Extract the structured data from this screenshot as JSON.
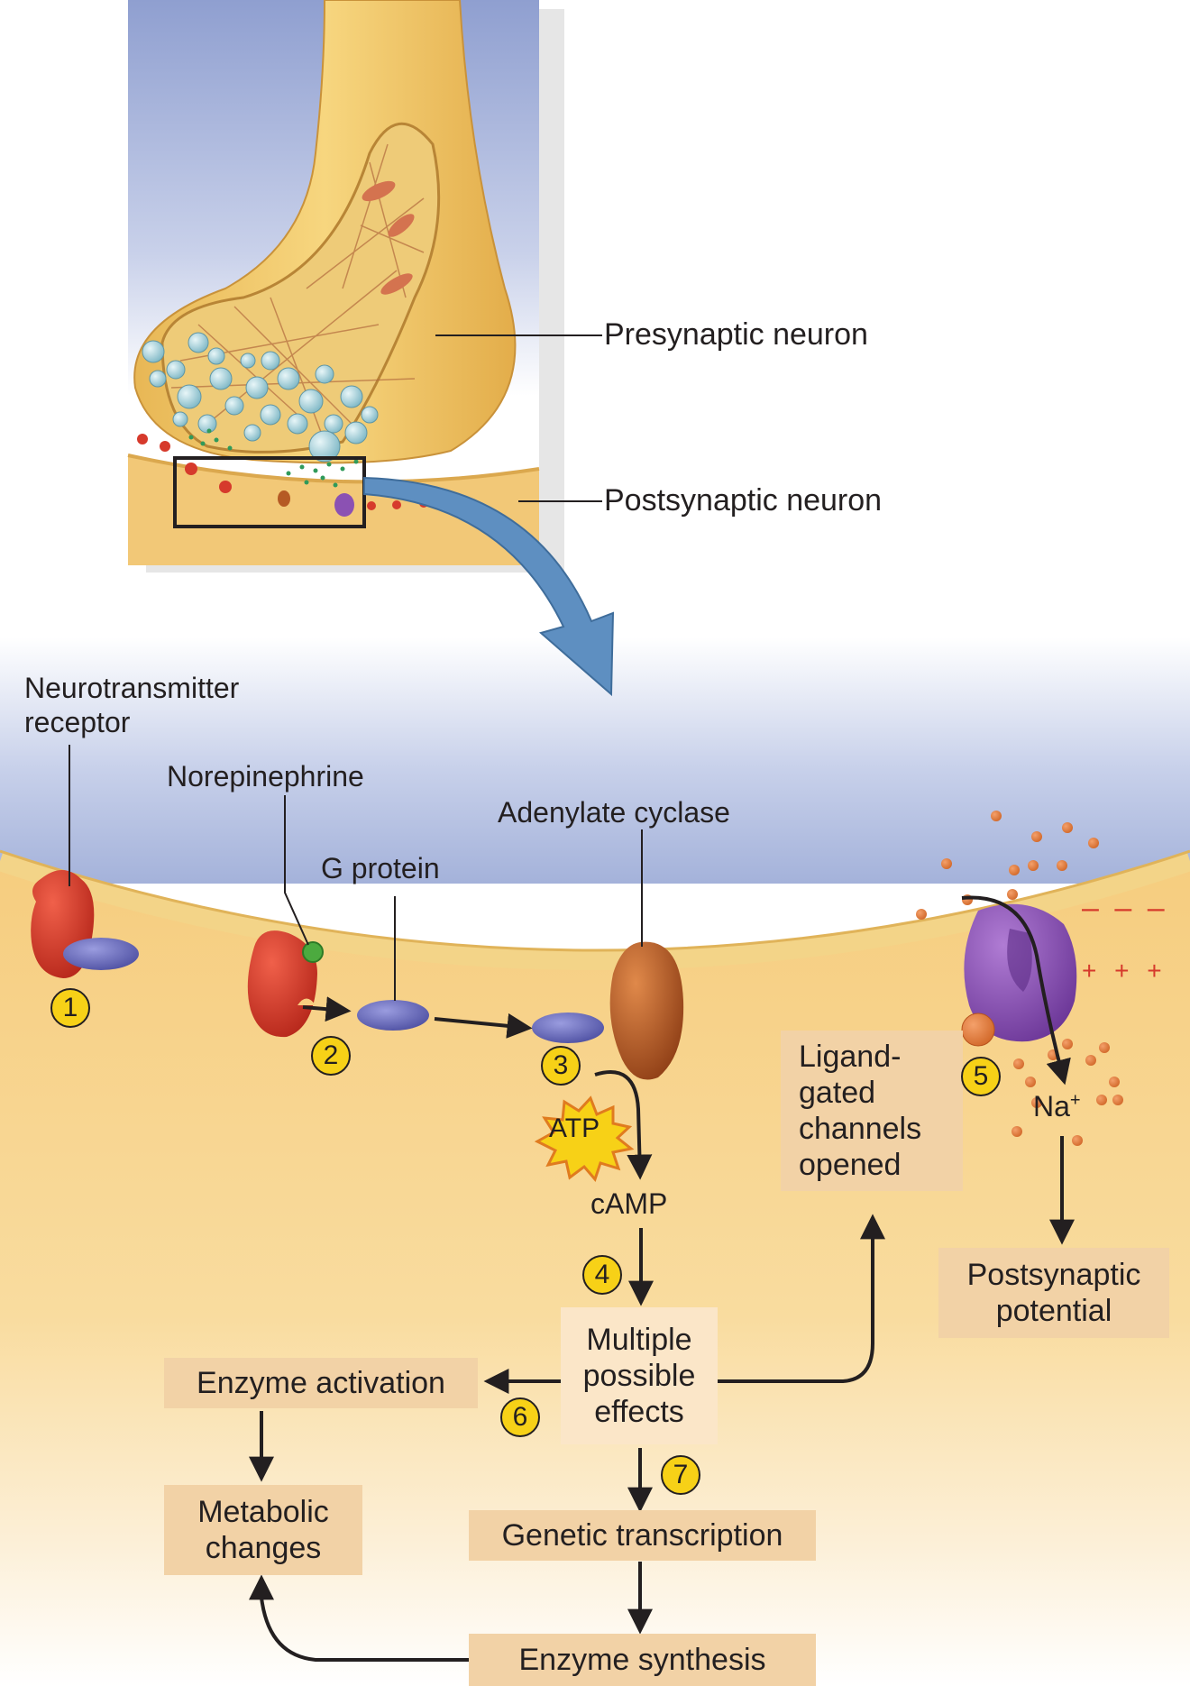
{
  "labels": {
    "presynaptic": "Presynaptic neuron",
    "postsynaptic_neuron": "Postsynaptic neuron",
    "receptor": [
      "Neurotransmitter",
      "receptor"
    ],
    "norepinephrine": "Norepinephrine",
    "g_protein": "G protein",
    "adenylate_cyclase": "Adenylate cyclase",
    "atp": "ATP",
    "camp": "cAMP",
    "na": "Na",
    "na_charge": "+",
    "minus_signs": "– – –",
    "plus_signs": "+ + +"
  },
  "boxes": {
    "ligand": [
      "Ligand-",
      "gated",
      "channels",
      "opened"
    ],
    "post_potential": [
      "Postsynaptic",
      "potential"
    ],
    "multiple": [
      "Multiple",
      "possible",
      "effects"
    ],
    "enzyme_activation": "Enzyme activation",
    "metabolic": [
      "Metabolic",
      "changes"
    ],
    "genetic": "Genetic transcription",
    "enzyme_synthesis": "Enzyme synthesis"
  },
  "steps": [
    "1",
    "2",
    "3",
    "4",
    "5",
    "6",
    "7"
  ],
  "colors": {
    "membrane": "#f7d58e",
    "cytoplasm": "#f6cd7f",
    "synaptic_cleft": "#9eaed8",
    "receptor": "#d63a2c",
    "g_protein": "#6d6fc0",
    "adenylate_cyclase": "#b55a24",
    "channel": "#8b51b3",
    "box": "#f2d2a6",
    "step_badge": "#f7d117",
    "big_arrow": "#5e8fc1"
  },
  "icons": {
    "atp": "starburst-icon",
    "big_arrow": "curved-arrow-icon"
  }
}
